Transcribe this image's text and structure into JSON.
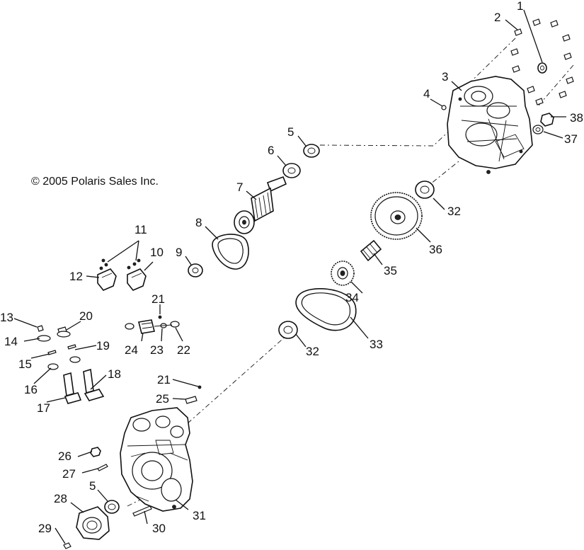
{
  "copyright": "© 2005 Polaris Sales Inc.",
  "callouts": [
    "1",
    "2",
    "3",
    "4",
    "5",
    "6",
    "7",
    "8",
    "9",
    "10",
    "11",
    "12",
    "13",
    "14",
    "15",
    "16",
    "17",
    "18",
    "19",
    "20",
    "21",
    "22",
    "23",
    "24",
    "25",
    "26",
    "27",
    "28",
    "29",
    "30",
    "31",
    "32",
    "33",
    "34",
    "35",
    "36",
    "37",
    "38"
  ],
  "callouts_repeated": {
    "r5": "5",
    "r21": "21",
    "r32": "32"
  },
  "colors": {
    "ink": "#111111",
    "background": "#ffffff"
  }
}
